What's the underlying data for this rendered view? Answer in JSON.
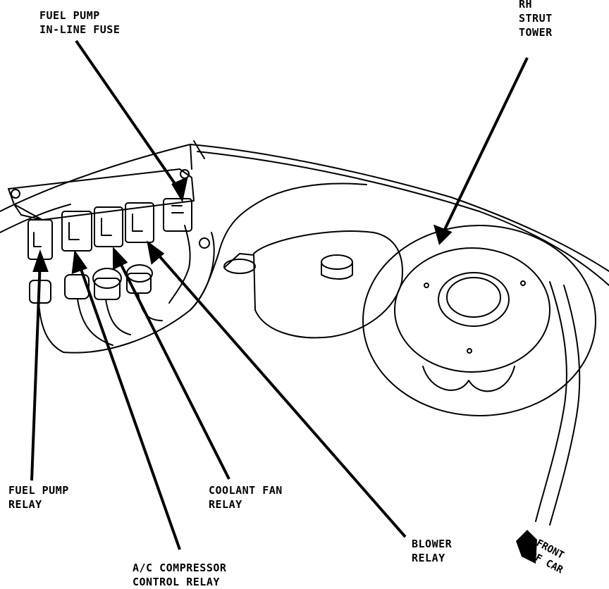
{
  "labels": {
    "fuel_pump_fuse": [
      "FUEL PUMP",
      "IN-LINE FUSE"
    ],
    "rh_strut_tower": [
      "RH",
      "STRUT",
      "TOWER"
    ],
    "fuel_pump_relay": [
      "FUEL PUMP",
      "RELAY"
    ],
    "coolant_fan_relay": [
      "COOLANT FAN",
      "RELAY"
    ],
    "blower_relay": [
      "BLOWER",
      "RELAY"
    ],
    "ac_compressor_relay": [
      "A/C COMPRESSOR",
      "CONTROL RELAY"
    ],
    "front_of_car": [
      "FRONT",
      "OF CAR"
    ]
  },
  "icons": {
    "direction": "front-arrow-icon"
  },
  "colors": {
    "ink": "#000000",
    "paper": "#ffffff"
  }
}
